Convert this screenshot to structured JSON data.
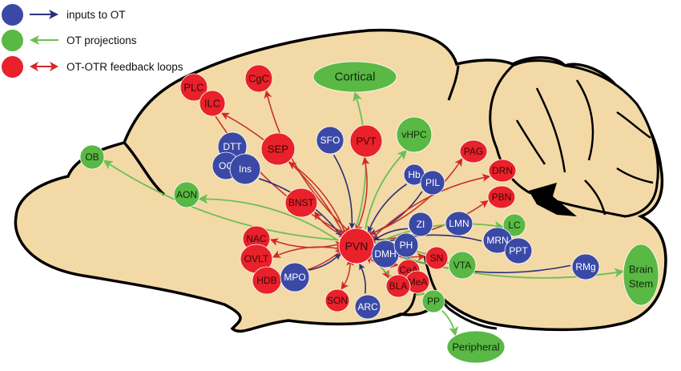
{
  "colors": {
    "brain_fill": "#f3d9a6",
    "outline": "#000000",
    "input_blue": "#3b49a6",
    "projection_green": "#5ab845",
    "feedback_red": "#e8212a",
    "input_line": "#2a2f7a",
    "projection_line": "#6bbf55",
    "feedback_line": "#c6332a",
    "blue_text": "#ffffff",
    "green_text": "#0f2a0a",
    "red_text": "#3a0808"
  },
  "legend": {
    "items": [
      {
        "label": "inputs to OT",
        "type": "input"
      },
      {
        "label": "OT projections",
        "type": "projection"
      },
      {
        "label": "OT-OTR feedback loops",
        "type": "feedback"
      }
    ]
  },
  "nodes": [
    {
      "id": "PVN",
      "label": "PVN",
      "type": "feedback"
    },
    {
      "id": "PLC",
      "label": "PLC",
      "type": "feedback"
    },
    {
      "id": "ILC",
      "label": "ILC",
      "type": "feedback"
    },
    {
      "id": "CgC",
      "label": "CgC",
      "type": "feedback"
    },
    {
      "id": "Cortical",
      "label": "Cortical",
      "type": "projection"
    },
    {
      "id": "DTT",
      "label": "DTT",
      "type": "input"
    },
    {
      "id": "OC",
      "label": "OC",
      "type": "input"
    },
    {
      "id": "Ins",
      "label": "Ins",
      "type": "input"
    },
    {
      "id": "SEP",
      "label": "SEP",
      "type": "feedback"
    },
    {
      "id": "SFO",
      "label": "SFO",
      "type": "input"
    },
    {
      "id": "PVT",
      "label": "PVT",
      "type": "feedback"
    },
    {
      "id": "vHPC",
      "label": "vHPC",
      "type": "projection"
    },
    {
      "id": "PAG",
      "label": "PAG",
      "type": "feedback"
    },
    {
      "id": "DRN",
      "label": "DRN",
      "type": "feedback"
    },
    {
      "id": "PBN",
      "label": "PBN",
      "type": "feedback"
    },
    {
      "id": "Hb",
      "label": "Hb",
      "type": "input"
    },
    {
      "id": "PIL",
      "label": "PIL",
      "type": "input"
    },
    {
      "id": "OB",
      "label": "OB",
      "type": "projection"
    },
    {
      "id": "AON",
      "label": "AON",
      "type": "projection"
    },
    {
      "id": "BNST",
      "label": "BNST",
      "type": "feedback"
    },
    {
      "id": "ZI",
      "label": "ZI",
      "type": "input"
    },
    {
      "id": "LMN",
      "label": "LMN",
      "type": "input"
    },
    {
      "id": "LC",
      "label": "LC",
      "type": "projection"
    },
    {
      "id": "MRN",
      "label": "MRN",
      "type": "input"
    },
    {
      "id": "PPT",
      "label": "PPT",
      "type": "input"
    },
    {
      "id": "RMg",
      "label": "RMg",
      "type": "input"
    },
    {
      "id": "BrainStem",
      "label": "Brain Stem",
      "type": "projection"
    },
    {
      "id": "NAC",
      "label": "NAC",
      "type": "feedback"
    },
    {
      "id": "OVLT",
      "label": "OVLT",
      "type": "feedback"
    },
    {
      "id": "HDB",
      "label": "HDB",
      "type": "feedback"
    },
    {
      "id": "MPO",
      "label": "MPO",
      "type": "input"
    },
    {
      "id": "SON",
      "label": "SON",
      "type": "feedback"
    },
    {
      "id": "ARC",
      "label": "ARC",
      "type": "input"
    },
    {
      "id": "DMH",
      "label": "DMH",
      "type": "input"
    },
    {
      "id": "PH",
      "label": "PH",
      "type": "input"
    },
    {
      "id": "CeA",
      "label": "CeA",
      "type": "feedback"
    },
    {
      "id": "MeA",
      "label": "MeA",
      "type": "feedback"
    },
    {
      "id": "BLA",
      "label": "BLA",
      "type": "feedback"
    },
    {
      "id": "SN",
      "label": "SN",
      "type": "feedback"
    },
    {
      "id": "VTA",
      "label": "VTA",
      "type": "projection"
    },
    {
      "id": "PP",
      "label": "PP",
      "type": "projection"
    },
    {
      "id": "Peripheral",
      "label": "Peripheral",
      "type": "projection"
    }
  ],
  "connections": [
    {
      "from": "PVN",
      "to": "PLC",
      "type": "feedback"
    },
    {
      "from": "PVN",
      "to": "ILC",
      "type": "feedback"
    },
    {
      "from": "PVN",
      "to": "CgC",
      "type": "feedback"
    },
    {
      "from": "PVN",
      "to": "Cortical",
      "type": "projection"
    },
    {
      "from": "Ins",
      "to": "PVN",
      "type": "input"
    },
    {
      "from": "PVN",
      "to": "SEP",
      "type": "feedback"
    },
    {
      "from": "SFO",
      "to": "PVN",
      "type": "input"
    },
    {
      "from": "PVN",
      "to": "PVT",
      "type": "feedback"
    },
    {
      "from": "PVN",
      "to": "vHPC",
      "type": "projection"
    },
    {
      "from": "Hb",
      "to": "PVN",
      "type": "input"
    },
    {
      "from": "PIL",
      "to": "PVN",
      "type": "input"
    },
    {
      "from": "PVN",
      "to": "PAG",
      "type": "feedback"
    },
    {
      "from": "PVN",
      "to": "DRN",
      "type": "feedback"
    },
    {
      "from": "PVN",
      "to": "PBN",
      "type": "feedback"
    },
    {
      "from": "PVN",
      "to": "OB",
      "type": "projection"
    },
    {
      "from": "PVN",
      "to": "AON",
      "type": "projection"
    },
    {
      "from": "PVN",
      "to": "BNST",
      "type": "feedback"
    },
    {
      "from": "ZI",
      "to": "PVN",
      "type": "input"
    },
    {
      "from": "PVN",
      "to": "LC",
      "type": "projection"
    },
    {
      "from": "MRN",
      "to": "PVN",
      "type": "input"
    },
    {
      "from": "RMg",
      "to": "PVN",
      "type": "input"
    },
    {
      "from": "PVN",
      "to": "BrainStem",
      "type": "projection"
    },
    {
      "from": "PVN",
      "to": "NAC",
      "type": "feedback"
    },
    {
      "from": "PVN",
      "to": "OVLT",
      "type": "feedback"
    },
    {
      "from": "PVN",
      "to": "HDB",
      "type": "feedback"
    },
    {
      "from": "MPO",
      "to": "PVN",
      "type": "input"
    },
    {
      "from": "PVN",
      "to": "SON",
      "type": "feedback"
    },
    {
      "from": "ARC",
      "to": "PVN",
      "type": "input"
    },
    {
      "from": "DMH",
      "to": "PVN",
      "type": "input"
    },
    {
      "from": "PVN",
      "to": "CeA",
      "type": "feedback"
    },
    {
      "from": "PVN",
      "to": "BLA",
      "type": "feedback"
    },
    {
      "from": "PVN",
      "to": "SN",
      "type": "feedback"
    },
    {
      "from": "PVN",
      "to": "VTA",
      "type": "projection"
    },
    {
      "from": "PVN",
      "to": "PP",
      "type": "projection"
    },
    {
      "from": "PP",
      "to": "Peripheral",
      "type": "projection"
    }
  ]
}
